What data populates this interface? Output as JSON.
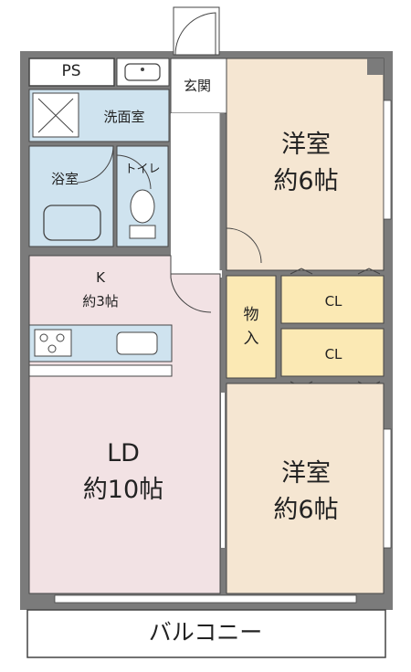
{
  "rooms": {
    "ps": {
      "label": "PS"
    },
    "genkan": {
      "label": "玄関"
    },
    "senmen": {
      "label": "洗面室"
    },
    "yokushitsu": {
      "label": "浴室"
    },
    "toilet": {
      "label": "トイレ"
    },
    "kitchen": {
      "name": "K",
      "size": "約3帖"
    },
    "ld": {
      "name": "LD",
      "size": "約10帖"
    },
    "western_north": {
      "name": "洋室",
      "size": "約6帖"
    },
    "western_south": {
      "name": "洋室",
      "size": "約6帖"
    },
    "storage": {
      "label": "物入"
    },
    "closet_1": {
      "label": "CL"
    },
    "closet_2": {
      "label": "CL"
    },
    "balcony": {
      "label": "バルコニー"
    }
  },
  "colors": {
    "wall": "#7b7b7b",
    "wall_light": "#b9b9b9",
    "western": "#f5e6d2",
    "kitchen_ld": "#f2e2e4",
    "wet_area": "#cfe3ef",
    "storage": "#fbe9b4",
    "floor_white": "#ffffff",
    "line": "#444444"
  }
}
